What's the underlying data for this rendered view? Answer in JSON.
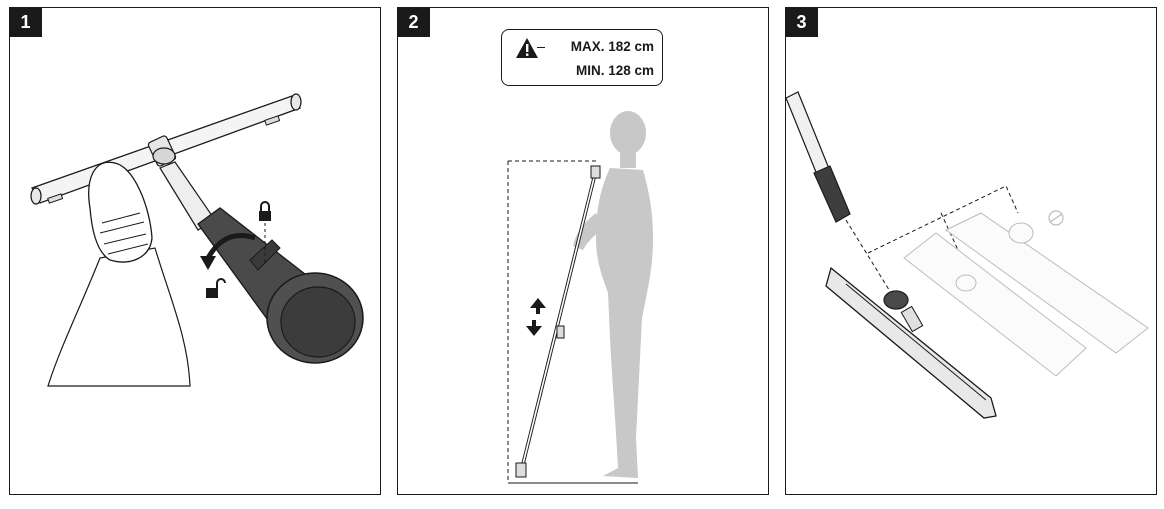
{
  "panels": [
    {
      "step": "1"
    },
    {
      "step": "2",
      "height_max": "MAX. 182 cm",
      "height_min": "MIN. 128 cm"
    },
    {
      "step": "3"
    }
  ],
  "colors": {
    "ink": "#1a1a1a",
    "silhouette": "#c8c8c8",
    "handle": "#4a4a4a"
  },
  "icons": [
    "lock-closed-icon",
    "lock-open-icon",
    "rotate-arrow-icon",
    "warning-icon",
    "up-arrow-icon",
    "down-arrow-icon",
    "lock-symbol-icon"
  ]
}
